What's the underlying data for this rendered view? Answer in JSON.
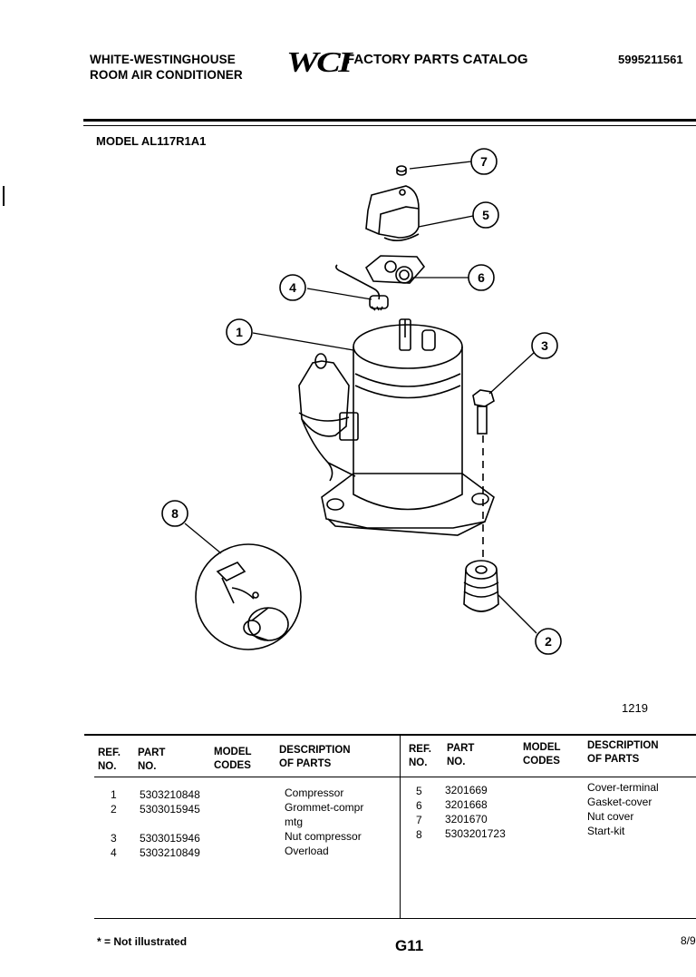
{
  "header": {
    "brand_line1": "WHITE-WESTINGHOUSE",
    "brand_line2": "ROOM AIR CONDITIONER",
    "logo": "WCI",
    "catalog_title": "FACTORY PARTS CATALOG",
    "catalog_number": "5995211561"
  },
  "model": "MODEL AL117R1A1",
  "figure": {
    "number": "1219",
    "callouts": [
      "7",
      "5",
      "6",
      "4",
      "1",
      "3",
      "8",
      "2"
    ]
  },
  "table": {
    "headers": {
      "ref_no": [
        "REF.",
        "NO."
      ],
      "part_no": [
        "PART",
        "NO."
      ],
      "model_codes": [
        "MODEL",
        "CODES"
      ],
      "description": [
        "DESCRIPTION",
        "OF PARTS"
      ]
    },
    "left_rows": [
      {
        "ref": "1",
        "part": "5303210848",
        "desc": "Compressor"
      },
      {
        "ref": "2",
        "part": "5303015945",
        "desc": "Grommet-compr"
      },
      {
        "ref": "",
        "part": "",
        "desc": "mtg"
      },
      {
        "ref": "3",
        "part": "5303015946",
        "desc": "Nut compressor"
      },
      {
        "ref": "4",
        "part": "5303210849",
        "desc": "Overload"
      }
    ],
    "right_rows": [
      {
        "ref": "5",
        "part": "3201669",
        "desc": "Cover-terminal"
      },
      {
        "ref": "6",
        "part": "3201668",
        "desc": "Gasket-cover"
      },
      {
        "ref": "7",
        "part": "3201670",
        "desc": "Nut cover"
      },
      {
        "ref": "8",
        "part": "5303201723",
        "desc": "Start-kit"
      }
    ]
  },
  "footer": {
    "note": "* = Not illustrated",
    "page_code": "G11",
    "date": "8/9"
  }
}
